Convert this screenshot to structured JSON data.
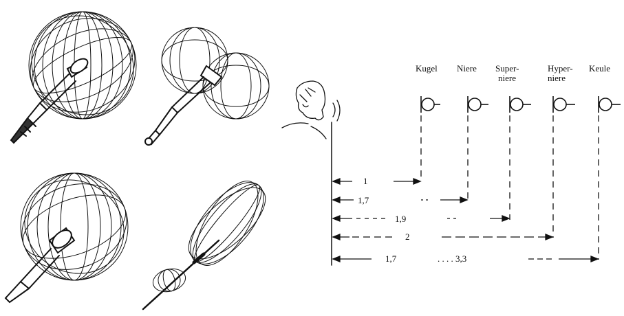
{
  "patterns": {
    "names": [
      "Kugel",
      "Niere",
      "Super-niere",
      "Hyper-niere",
      "Keule"
    ],
    "labels": [
      {
        "lines": [
          "Kugel"
        ]
      },
      {
        "lines": [
          "Niere"
        ]
      },
      {
        "lines": [
          "Super-",
          "niere"
        ]
      },
      {
        "lines": [
          "Hyper-",
          "niere"
        ]
      },
      {
        "lines": [
          "Keule"
        ]
      }
    ]
  },
  "distances": [
    {
      "text": "1"
    },
    {
      "text": "1,7"
    },
    {
      "text": "1,9"
    },
    {
      "text": "2"
    },
    {
      "text": "1,7",
      "extra": ". . . . 3,3"
    }
  ],
  "style": {
    "ink": "#111111",
    "background": "#ffffff"
  }
}
